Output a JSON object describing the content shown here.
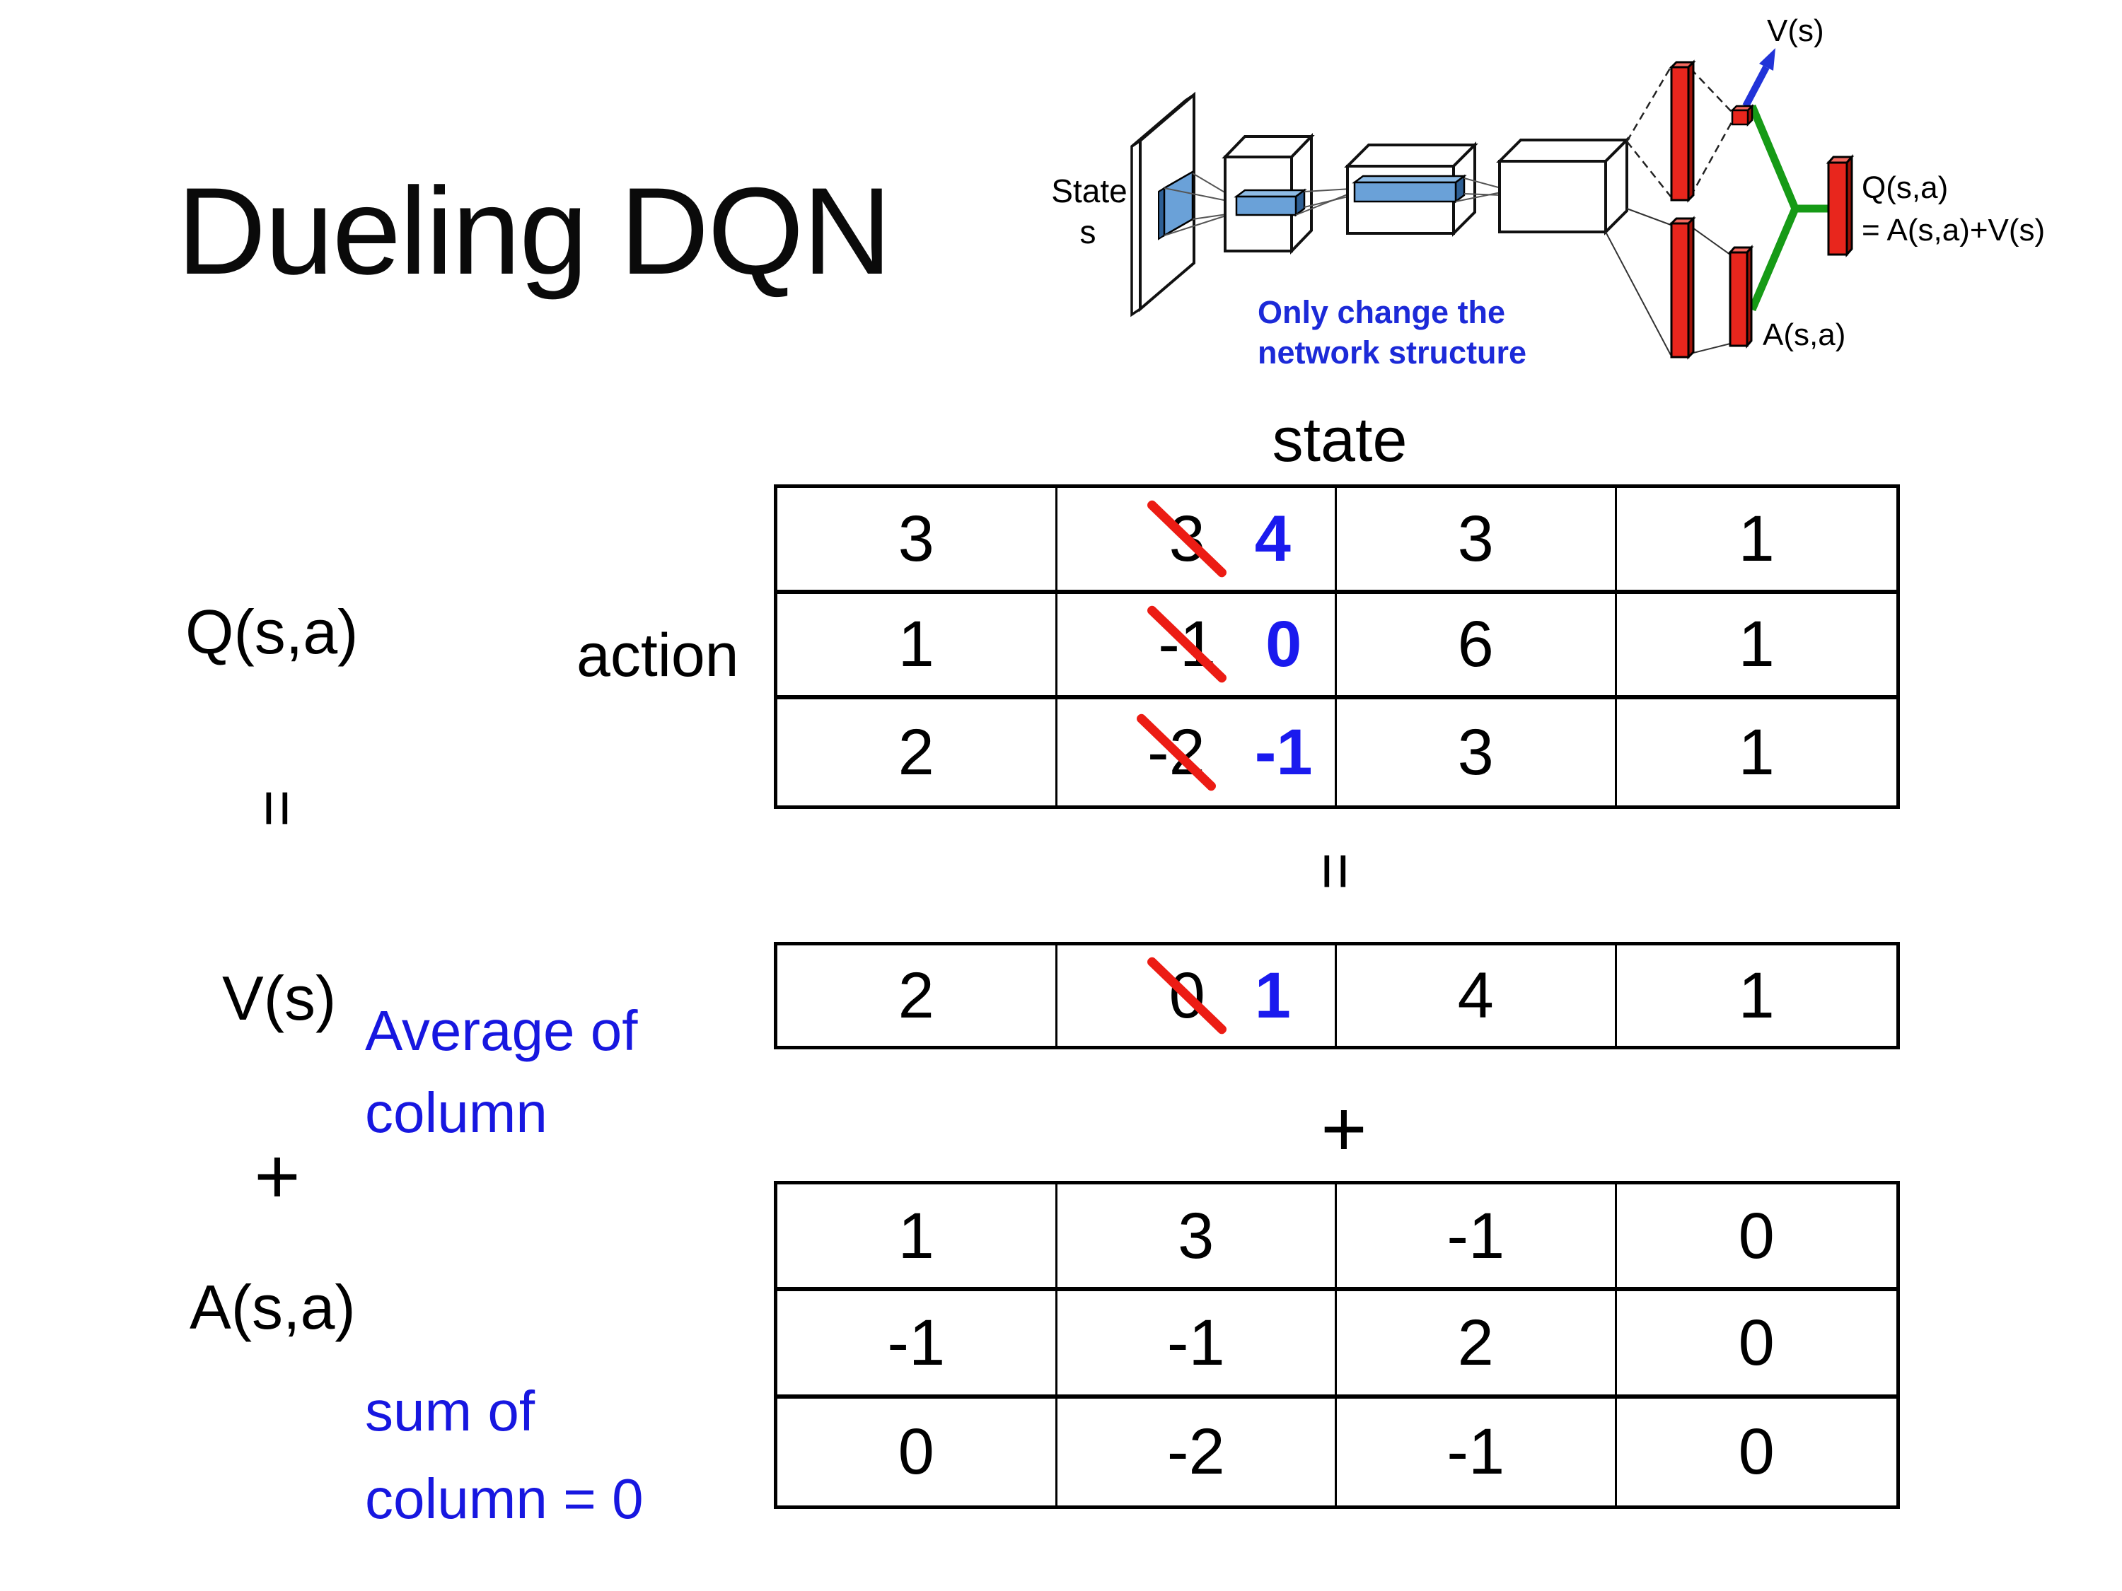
{
  "slide": {
    "title": "Dueling DQN"
  },
  "colors": {
    "annotation_blue": "#1717e0",
    "corrected_value_blue": "#1a1aee",
    "strike_red": "#ec1c14",
    "bar_red": "#e8261d",
    "stream_green": "#169a16",
    "arrow_blue": "#2133d8",
    "filter_blue": "#6aa1d8"
  },
  "diagram": {
    "state_line1": "State",
    "state_line2": "s",
    "note_line1": "Only change the",
    "note_line2": "network structure",
    "v_out_label": "V(s)",
    "q_out_label": "Q(s,a)",
    "q_out_formula": "= A(s,a)+V(s)",
    "a_out_label": "A(s,a)"
  },
  "equation": {
    "q_label": "Q(s,a)",
    "equals_left": "=",
    "v_label": "V(s)",
    "plus_left": "+",
    "a_label": "A(s,a)",
    "action_label": "action",
    "state_label": "state",
    "equals_center": "=",
    "plus_center": "+",
    "avg_note_line1": "Average of",
    "avg_note_line2": "column",
    "sum_note_line1": "sum of",
    "sum_note_line2": "column = 0"
  },
  "q_table": {
    "rows": [
      {
        "cells": [
          {
            "v": "3"
          },
          {
            "old": "3",
            "new": "4"
          },
          {
            "v": "3"
          },
          {
            "v": "1"
          }
        ]
      },
      {
        "cells": [
          {
            "v": "1"
          },
          {
            "old": "-1",
            "new": "0"
          },
          {
            "v": "6"
          },
          {
            "v": "1"
          }
        ]
      },
      {
        "cells": [
          {
            "v": "2"
          },
          {
            "old": "-2",
            "new": "-1"
          },
          {
            "v": "3"
          },
          {
            "v": "1"
          }
        ]
      }
    ]
  },
  "v_table": {
    "cells": [
      {
        "v": "2"
      },
      {
        "old": "0",
        "new": "1"
      },
      {
        "v": "4"
      },
      {
        "v": "1"
      }
    ]
  },
  "a_table": {
    "rows": [
      {
        "cells": [
          {
            "v": "1"
          },
          {
            "v": "3"
          },
          {
            "v": "-1"
          },
          {
            "v": "0"
          }
        ]
      },
      {
        "cells": [
          {
            "v": "-1"
          },
          {
            "v": "-1"
          },
          {
            "v": "2"
          },
          {
            "v": "0"
          }
        ]
      },
      {
        "cells": [
          {
            "v": "0"
          },
          {
            "v": "-2"
          },
          {
            "v": "-1"
          },
          {
            "v": "0"
          }
        ]
      }
    ]
  }
}
